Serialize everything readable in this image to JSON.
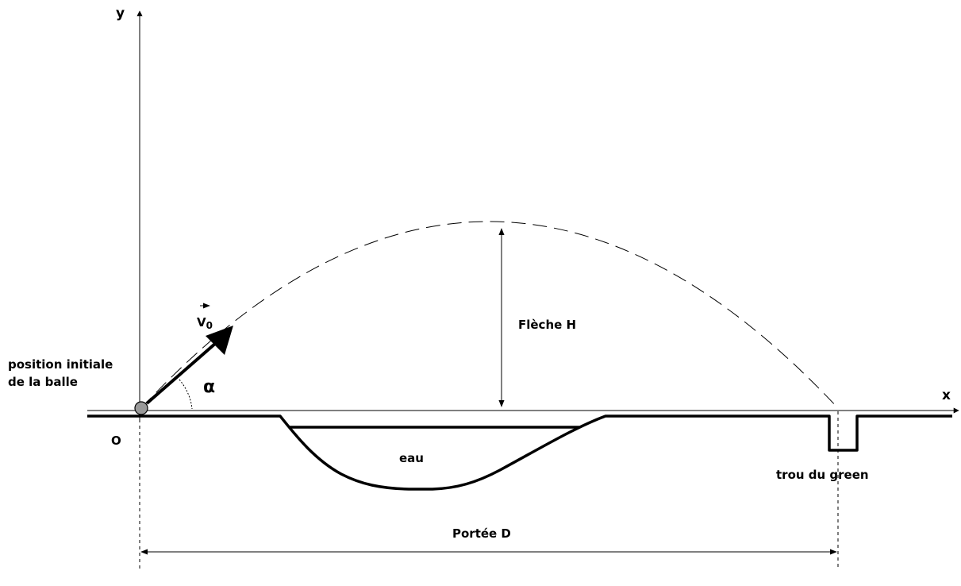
{
  "labels": {
    "y_axis": "y",
    "x_axis": "x",
    "origin": "O",
    "velocity": "V",
    "velocity_sub": "0",
    "angle": "α",
    "start_line1": "position initiale",
    "start_line2": "de la balle",
    "height": "Flèche H",
    "water": "eau",
    "hole": "trou du green",
    "range": "Portée D"
  }
}
